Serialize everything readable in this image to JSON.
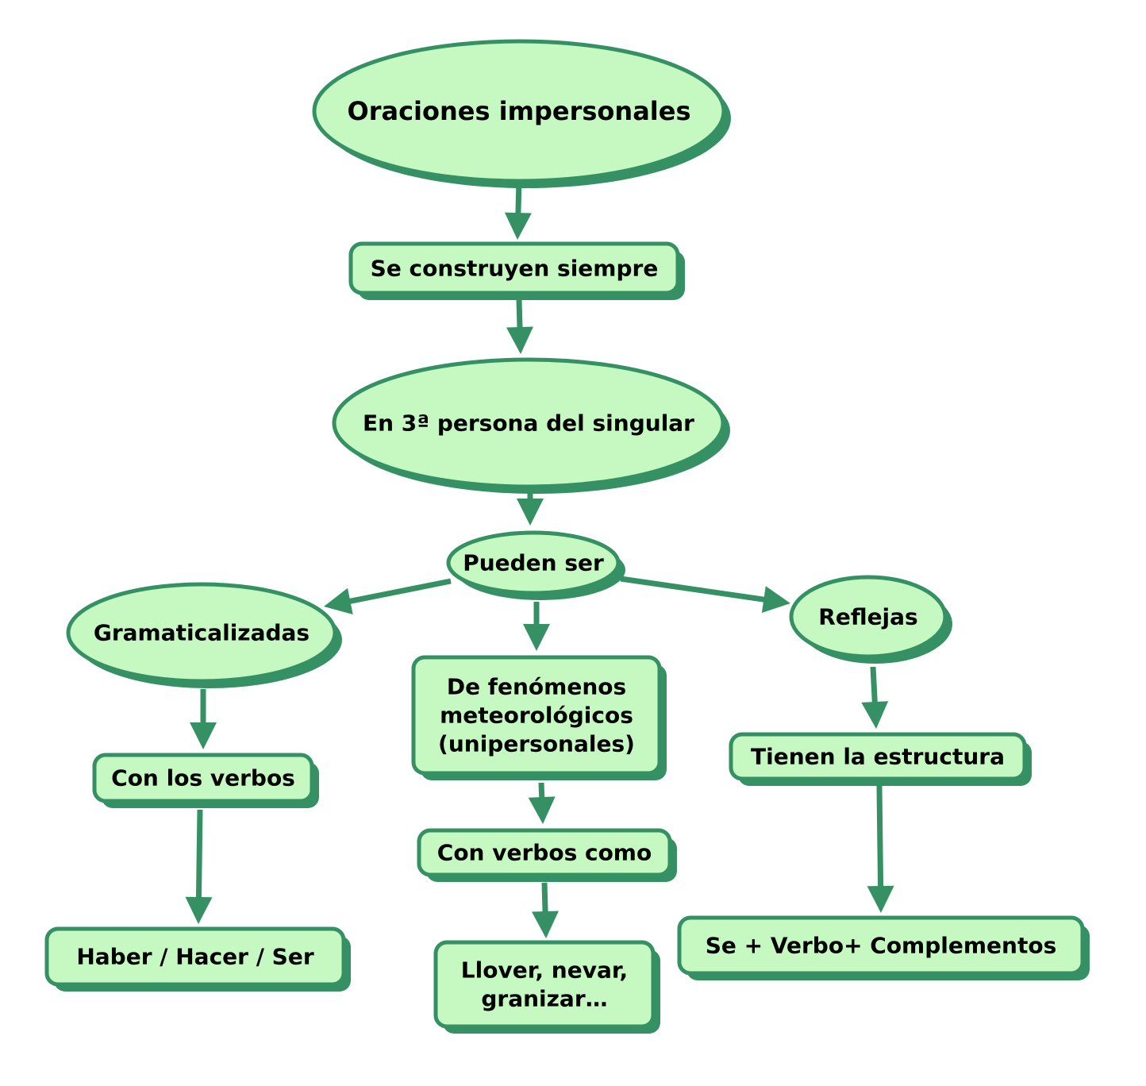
{
  "colors": {
    "node_fill": "#c6f8c2",
    "node_border": "#359063",
    "shadow": "#359063",
    "arrow": "#359063",
    "text": "#000000"
  },
  "nodes": {
    "oraciones": {
      "shape": "ellipse",
      "lines": [
        "Oraciones impersonales"
      ]
    },
    "se_construyen": {
      "shape": "rounded-rect",
      "lines": [
        "Se construyen siempre"
      ]
    },
    "tercera_persona": {
      "shape": "ellipse",
      "lines": [
        "En 3ª persona del singular"
      ]
    },
    "pueden_ser": {
      "shape": "ellipse",
      "lines": [
        "Pueden ser"
      ]
    },
    "gramaticalizadas": {
      "shape": "ellipse",
      "lines": [
        "Gramaticalizadas"
      ]
    },
    "meteorologicos": {
      "shape": "rounded-rect",
      "lines": [
        "De fenómenos",
        "meteorológicos",
        "(unipersonales)"
      ]
    },
    "reflejas": {
      "shape": "ellipse",
      "lines": [
        "Reflejas"
      ]
    },
    "con_los_verbos": {
      "shape": "rounded-rect",
      "lines": [
        "Con los verbos"
      ]
    },
    "con_verbos_como": {
      "shape": "rounded-rect",
      "lines": [
        "Con verbos como"
      ]
    },
    "tienen_estructura": {
      "shape": "rounded-rect",
      "lines": [
        "Tienen la estructura"
      ]
    },
    "haber_hacer_ser": {
      "shape": "rounded-rect",
      "lines": [
        "Haber / Hacer / Ser"
      ]
    },
    "llover": {
      "shape": "rounded-rect",
      "lines": [
        "Llover, nevar,",
        "granizar…"
      ]
    },
    "se_verbo": {
      "shape": "rounded-rect",
      "lines": [
        "Se + Verbo+ Complementos"
      ]
    }
  },
  "edges": [
    {
      "from": "oraciones",
      "to": "se_construyen"
    },
    {
      "from": "se_construyen",
      "to": "tercera_persona"
    },
    {
      "from": "tercera_persona",
      "to": "pueden_ser"
    },
    {
      "from": "pueden_ser",
      "to": "gramaticalizadas"
    },
    {
      "from": "pueden_ser",
      "to": "meteorologicos"
    },
    {
      "from": "pueden_ser",
      "to": "reflejas"
    },
    {
      "from": "gramaticalizadas",
      "to": "con_los_verbos"
    },
    {
      "from": "con_los_verbos",
      "to": "haber_hacer_ser"
    },
    {
      "from": "meteorologicos",
      "to": "con_verbos_como"
    },
    {
      "from": "con_verbos_como",
      "to": "llover"
    },
    {
      "from": "reflejas",
      "to": "tienen_estructura"
    },
    {
      "from": "tienen_estructura",
      "to": "se_verbo"
    }
  ]
}
